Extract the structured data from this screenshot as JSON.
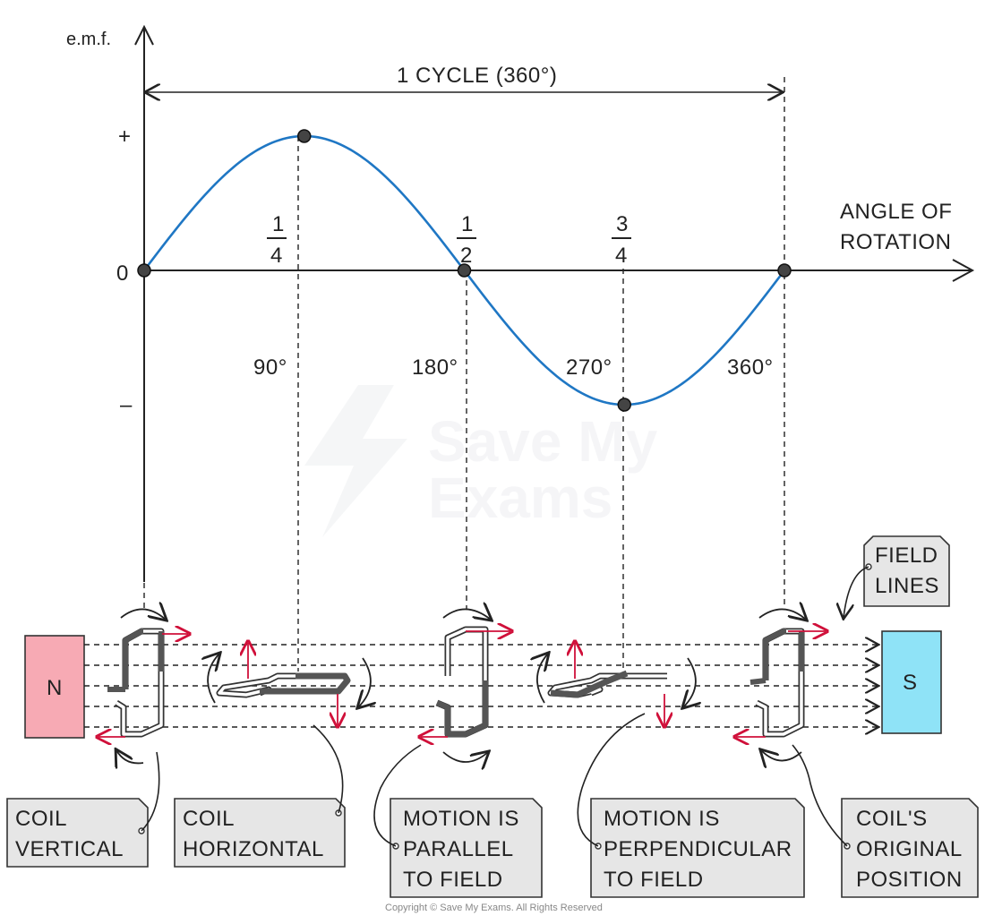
{
  "axes": {
    "y_label": "e.m.f.",
    "x_label_line1": "ANGLE OF",
    "x_label_line2": "ROTATION",
    "plus": "+",
    "zero": "0",
    "minus": "–"
  },
  "cycle_label": "1 CYCLE (360°)",
  "fractions": [
    {
      "num": "1",
      "den": "4"
    },
    {
      "num": "1",
      "den": "2"
    },
    {
      "num": "3",
      "den": "4"
    }
  ],
  "degrees": [
    "90°",
    "180°",
    "270°",
    "360°"
  ],
  "magnets": {
    "north": "N",
    "south": "S",
    "north_color": "#f7aab4",
    "south_color": "#8fe3f7"
  },
  "callouts": {
    "field_lines": [
      "FIELD",
      "LINES"
    ],
    "coil_vertical": [
      "COIL",
      "VERTICAL"
    ],
    "coil_horizontal": [
      "COIL",
      "HORIZONTAL"
    ],
    "parallel": [
      "MOTION IS",
      "PARALLEL",
      "TO FIELD"
    ],
    "perpendicular": [
      "MOTION IS",
      "PERPENDICULAR",
      "TO FIELD"
    ],
    "original": [
      "COIL'S",
      "ORIGINAL",
      "POSITION"
    ]
  },
  "watermark": [
    "Save My",
    "Exams"
  ],
  "copyright": "Copyright © Save My Exams. All Rights Reserved",
  "colors": {
    "curve": "#1f77c4",
    "arrow": "#d0103a",
    "box_fill": "#e6e6e6",
    "coil_dark": "#555555"
  },
  "chart_data": {
    "type": "line",
    "x": [
      0,
      90,
      180,
      270,
      360
    ],
    "y": [
      0,
      1,
      0,
      -1,
      0
    ],
    "function": "sine",
    "xlabel": "ANGLE OF ROTATION",
    "ylabel": "e.m.f."
  }
}
